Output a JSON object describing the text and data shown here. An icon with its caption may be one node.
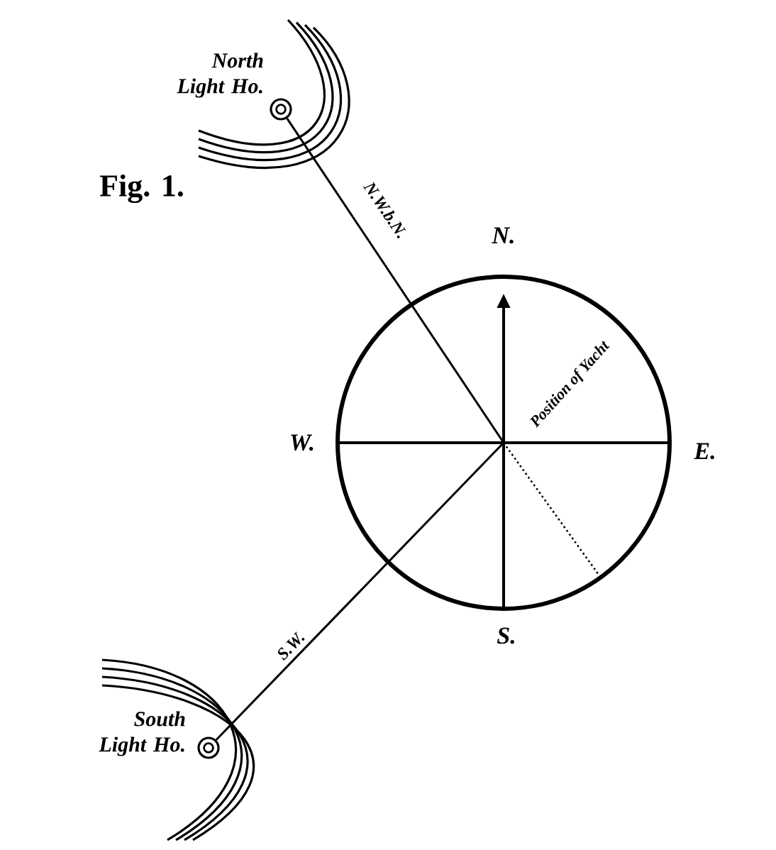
{
  "diagram": {
    "nodes": [
      {
        "text": [],
        "shape": "circle",
        "beside": [
          "North Light Ho."
        ]
      },
      {
        "text": [
          "Position of Yacht"
        ]
      },
      {
        "text": [],
        "shape": "circle",
        "beside": [
          "South Light Ho."
        ]
      }
    ],
    "edges": [
      {
        "from": 0,
        "to": 1,
        "arrow": "none",
        "label": "N.W.b.N."
      },
      {
        "from": 2,
        "to": 1,
        "arrow": "none",
        "label": "S.W."
      }
    ],
    "labels": [
      "Fig. 1.",
      "N.",
      "W.",
      "E.",
      "S."
    ]
  }
}
